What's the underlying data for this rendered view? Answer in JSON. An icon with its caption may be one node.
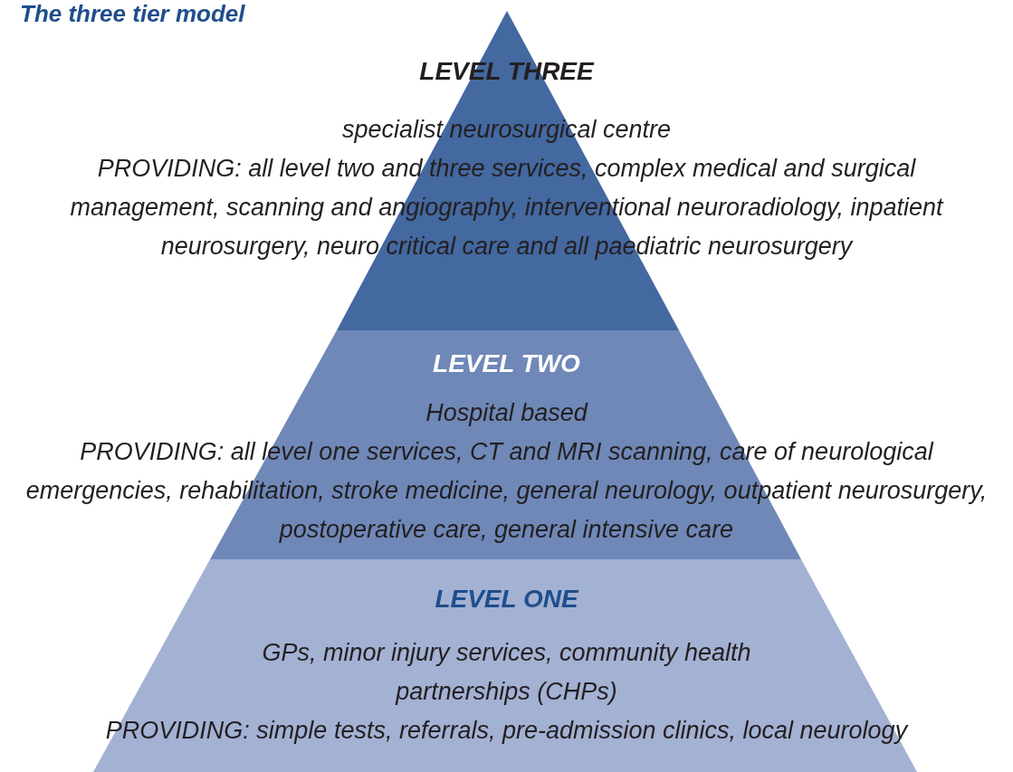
{
  "diagram": {
    "title": "The three tier model",
    "nodes": [
      {
        "text": [
          "LEVEL THREE",
          "specialist neurosurgical centre",
          "PROVIDING: all level two and three services, complex medical and surgical management, scanning and angiography, interventional neuroradiology, inpatient neurosurgery, neuro critical care and all paediatric neurosurgery"
        ]
      },
      {
        "text": [
          "LEVEL TWO",
          "Hospital based",
          "PROVIDING: all level one services, CT and MRI scanning, care of neurological emergencies, rehabilitation, stroke medicine, general neurology, outpatient neurosurgery, postoperative care, general intensive care"
        ]
      },
      {
        "text": [
          "LEVEL ONE",
          "GPs, minor injury services, community health partnerships (CHPs)",
          "PROVIDING: simple tests, referrals, pre-admission clinics, local neurology"
        ]
      }
    ]
  }
}
